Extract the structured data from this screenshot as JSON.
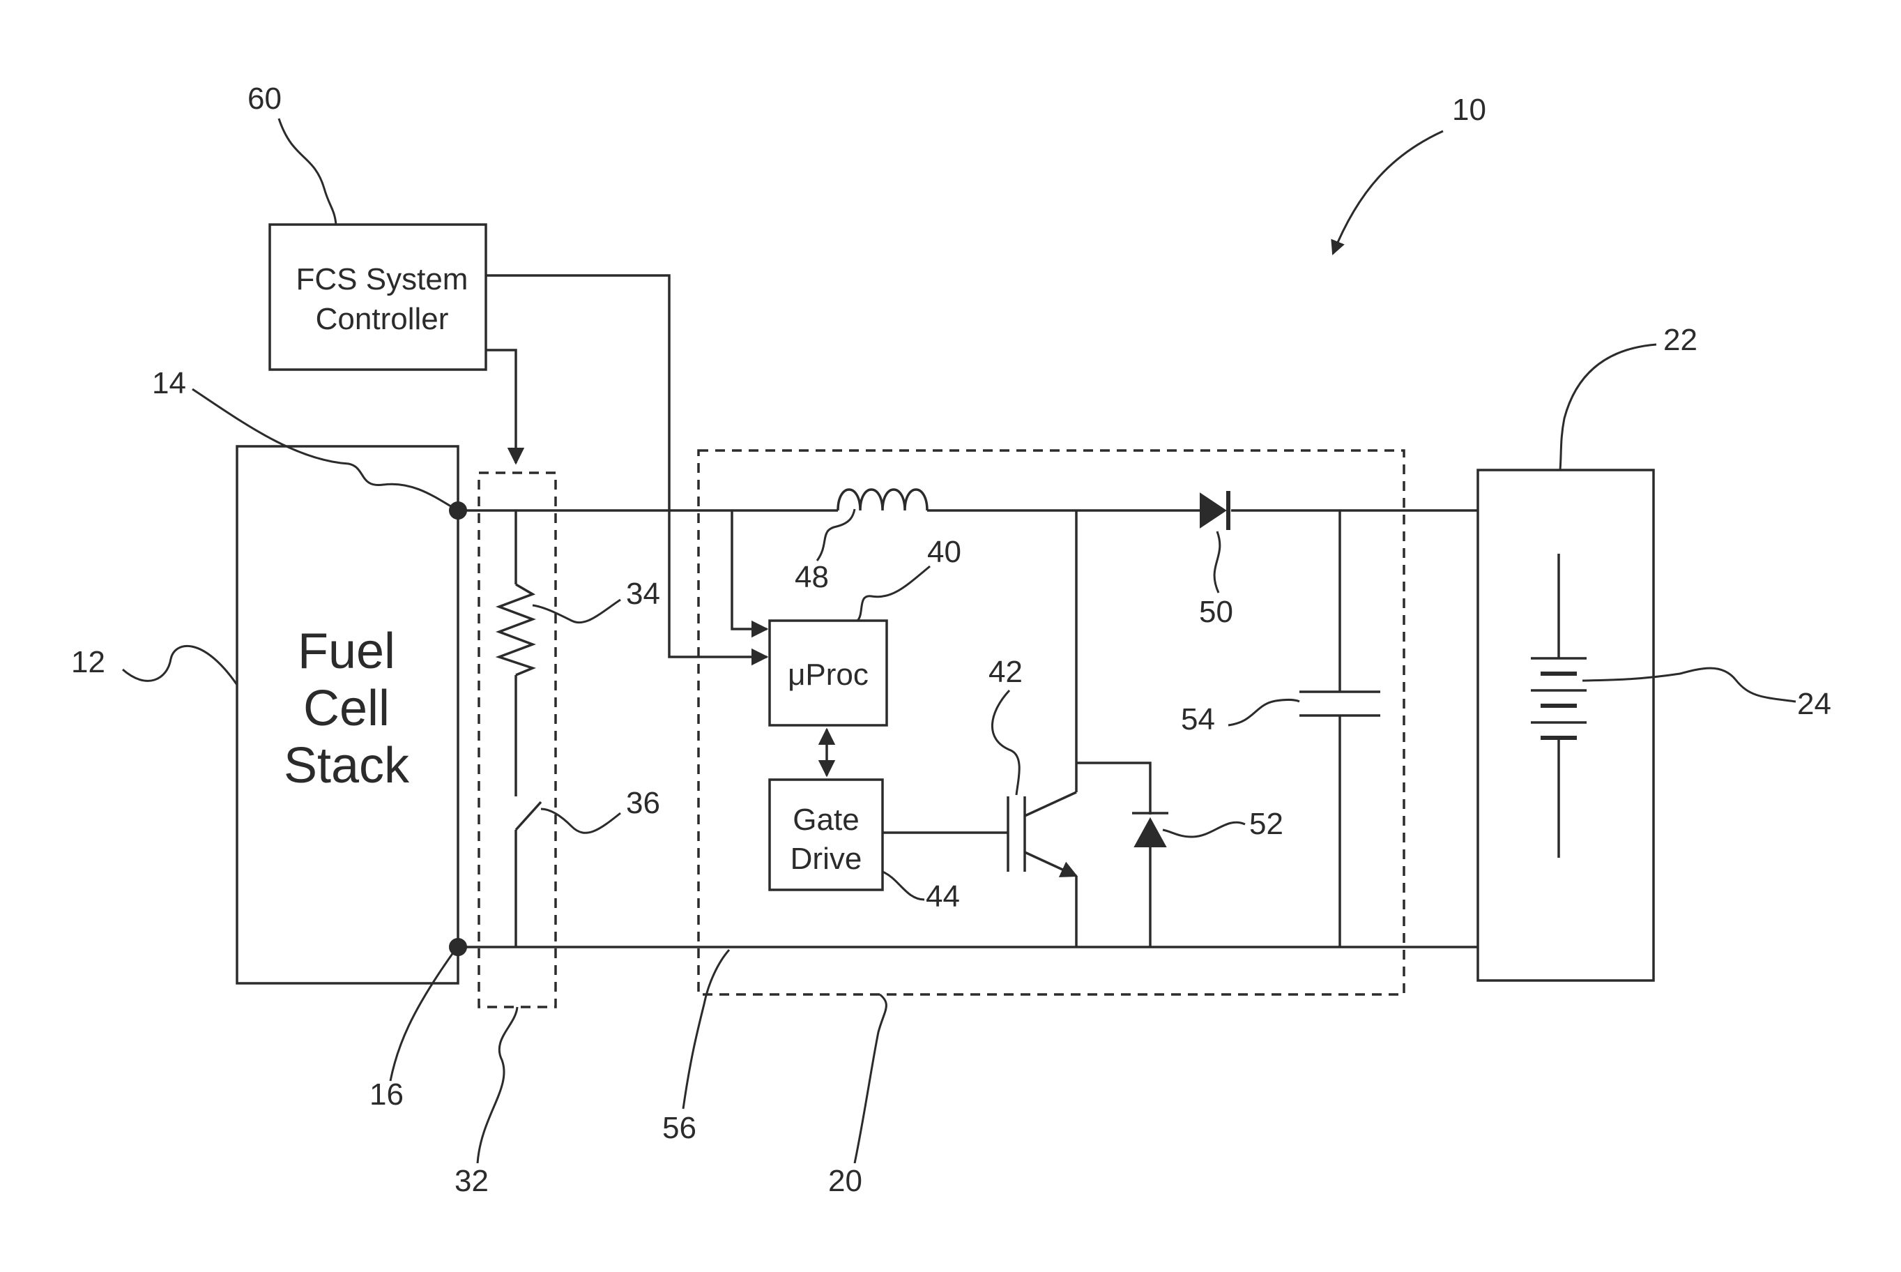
{
  "colors": {
    "ink": "#2b2b2b",
    "background": "#ffffff"
  },
  "blocks": {
    "fuel_cell_stack": {
      "line1": "Fuel",
      "line2": "Cell",
      "line3": "Stack"
    },
    "fcs_controller": {
      "line1": "FCS System",
      "line2": "Controller"
    },
    "microprocessor": {
      "label": "μProc"
    },
    "gate_drive": {
      "line1": "Gate",
      "line2": "Drive"
    }
  },
  "components": [
    "inductor",
    "diode",
    "freewheel-diode",
    "igbt-transistor",
    "capacitor",
    "resistor",
    "switch",
    "battery-cells"
  ],
  "reference_numerals": {
    "r10": "10",
    "r12": "12",
    "r14": "14",
    "r16": "16",
    "r20": "20",
    "r22": "22",
    "r24": "24",
    "r32": "32",
    "r34": "34",
    "r36": "36",
    "r40": "40",
    "r42": "42",
    "r44": "44",
    "r48": "48",
    "r50": "50",
    "r52": "52",
    "r54": "54",
    "r56": "56",
    "r60": "60"
  }
}
